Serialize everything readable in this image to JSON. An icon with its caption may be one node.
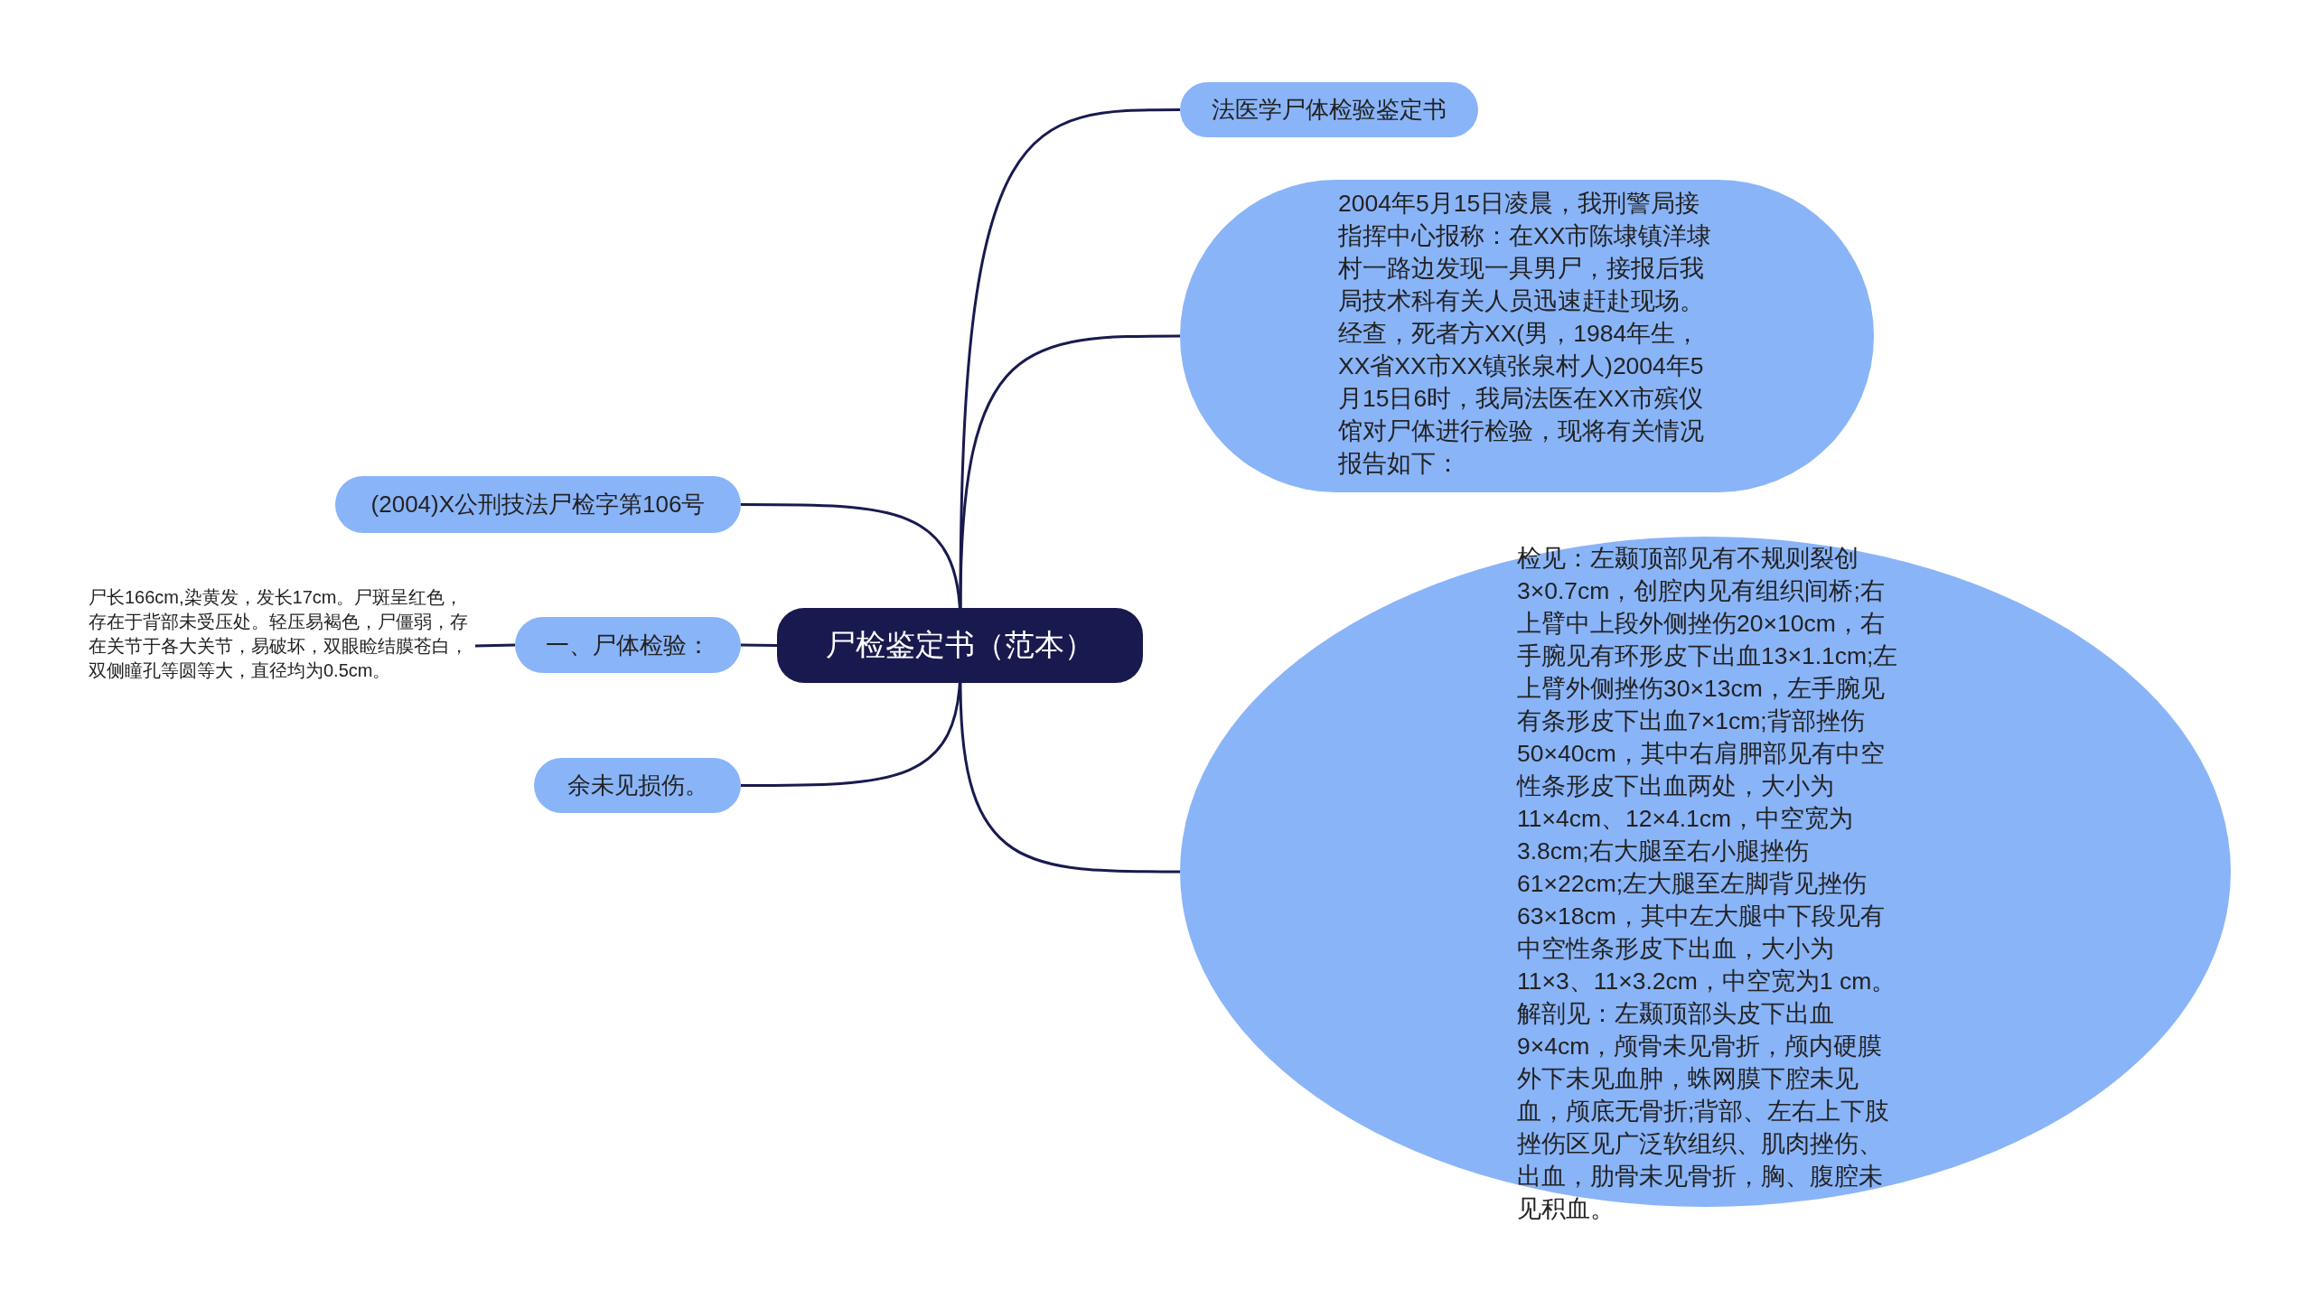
{
  "diagram": {
    "nodes": [
      {
        "text": [
          "尸检鉴定书（范本）"
        ]
      },
      {
        "text": [
          "法医学尸体检验鉴定书"
        ]
      },
      {
        "text": [
          "2004年5月15日凌晨，我刑警局接指挥中心报称：在XX市陈埭镇洋埭村一路边发现一具男尸，接报后我局技术科有关人员迅速赶赴现场。经查，死者方XX(男，1984年生，XX省XX市XX镇张泉村人)2004年5月15日6时，我局法医在XX市殡仪馆对尸体进行检验，现将有关情况报告如下："
        ]
      },
      {
        "text": [
          "检见：左颞顶部见有不规则裂创3×0.7cm，创腔内见有组织间桥;右上臂中上段外侧挫伤20×10cm，右手腕见有环形皮下出血13×1.1cm;左上臂外侧挫伤30×13cm，左手腕见有条形皮下出血7×1cm;背部挫伤50×40cm，其中右肩胛部见有中空性条形皮下出血两处，大小为11×4cm、12×4.1cm，中空宽为3.8cm;右大腿至右小腿挫伤61×22cm;左大腿至左脚背见挫伤63×18cm，其中左大腿中下段见有中空性条形皮下出血，大小为11×3、11×3.2cm，中空宽为1 cm。解剖见：左颞顶部头皮下出血9×4cm，颅骨未见骨折，颅内硬膜外下未见血肿，蛛网膜下腔未见血，颅底无骨折;背部、左右上下肢挫伤区见广泛软组织、肌肉挫伤、出血，肋骨未见骨折，胸、腹腔未见积血。"
        ]
      },
      {
        "text": [
          "(2004)X公刑技法尸检字第106号"
        ]
      },
      {
        "text": [
          "一、尸体检验："
        ]
      },
      {
        "text": [
          "尸长166cm,染黄发，发长17cm。尸斑呈红色，存在于背部未受压处。轻压易褐色，尸僵弱，存在关节于各大关节，易破坏，双眼睑结膜苍白，双侧瞳孔等圆等大，直径均为0.5cm。"
        ]
      },
      {
        "text": [
          "余未见损伤。"
        ]
      }
    ],
    "edges": [
      {
        "from": 0,
        "to": 1,
        "arrow": "none"
      },
      {
        "from": 0,
        "to": 2,
        "arrow": "none"
      },
      {
        "from": 0,
        "to": 3,
        "arrow": "none"
      },
      {
        "from": 0,
        "to": 4,
        "arrow": "none"
      },
      {
        "from": 0,
        "to": 5,
        "arrow": "none"
      },
      {
        "from": 5,
        "to": 6,
        "arrow": "none"
      },
      {
        "from": 0,
        "to": 7,
        "arrow": "none"
      }
    ]
  }
}
